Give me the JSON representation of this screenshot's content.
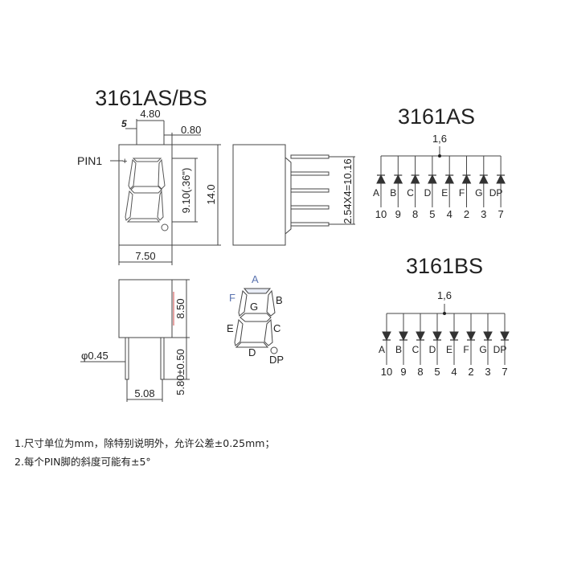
{
  "title_main": "3161AS/BS",
  "title_as": "3161AS",
  "title_bs": "3161BS",
  "front": {
    "dim_top_small": "5",
    "dim_top_width": "4.80",
    "dim_top_right": "0.80",
    "pin1_label": "PIN1",
    "plus": "+",
    "dim_digit_height": "9.10(.36\")",
    "dim_height": "14.0",
    "dim_width": "7.50"
  },
  "side": {
    "dim_pitch": "2.54X4=10.16"
  },
  "bottom": {
    "dim_body_height": "8.50",
    "dim_pin_dia": "φ0.45",
    "dim_pin_length": "5.80±0.50",
    "dim_pin_spacing": "5.08"
  },
  "segments": {
    "labels": [
      "A",
      "F",
      "G",
      "B",
      "E",
      "C",
      "D",
      "DP"
    ]
  },
  "as_circuit": {
    "common_pins": "1,6",
    "segment_labels": [
      "A",
      "B",
      "C",
      "D",
      "E",
      "F",
      "G",
      "DP"
    ],
    "pin_numbers": [
      "10",
      "9",
      "8",
      "5",
      "4",
      "2",
      "3",
      "7"
    ]
  },
  "bs_circuit": {
    "common_pins": "1,6",
    "segment_labels": [
      "A",
      "B",
      "C",
      "D",
      "E",
      "F",
      "G",
      "DP"
    ],
    "pin_numbers": [
      "10",
      "9",
      "8",
      "5",
      "4",
      "2",
      "3",
      "7"
    ]
  },
  "notes": [
    "1.尺寸单位为mm，除特别说明外，允许公差±0.25mm；",
    "2.每个PIN脚的斜度可能有±5°"
  ]
}
